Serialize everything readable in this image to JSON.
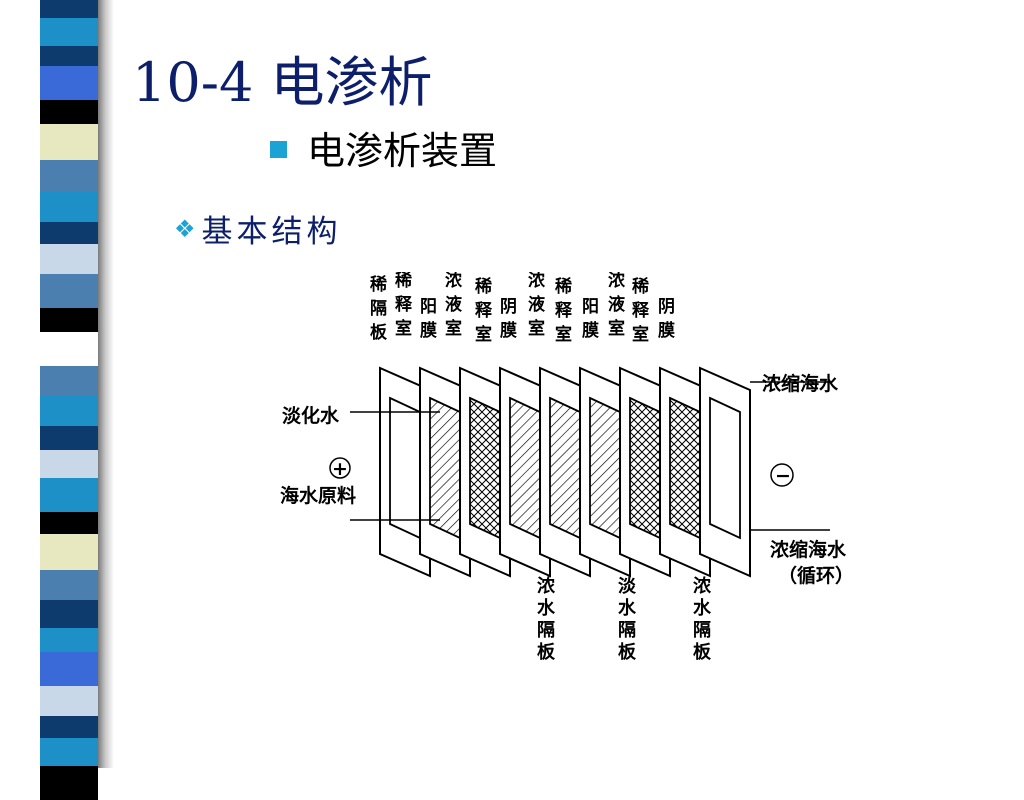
{
  "slide": {
    "title": "10-4 电渗析",
    "bullet_text": "电渗析装置",
    "sub_bullet_text": "基本结构"
  },
  "theme": {
    "title_color": "#0d1f6b",
    "bullet_color": "#1aa3d4",
    "stripe_colors": [
      "#0d3b6e",
      "#1e90c8",
      "#c9d8e8",
      "#ffffff",
      "#000000",
      "#e8e8c0",
      "#4a7fb0",
      "#3a6ad8"
    ]
  },
  "diagram": {
    "top_labels": [
      {
        "lines": [
          "隔",
          "板"
        ],
        "top": "稀"
      },
      {
        "lines": [
          "稀",
          "释",
          "室"
        ]
      },
      {
        "lines": [
          "阳",
          "膜"
        ]
      },
      {
        "lines": [
          "浓",
          "液",
          "室"
        ]
      },
      {
        "lines": [
          "稀",
          "释",
          "室"
        ]
      },
      {
        "lines": [
          "阴",
          "膜"
        ]
      },
      {
        "lines": [
          "浓",
          "液",
          "室"
        ]
      },
      {
        "lines": [
          "稀",
          "释",
          "室"
        ]
      },
      {
        "lines": [
          "阳",
          "膜"
        ]
      },
      {
        "lines": [
          "浓",
          "液",
          "室"
        ]
      },
      {
        "lines": [
          "稀",
          "释",
          "室"
        ]
      },
      {
        "lines": [
          "阴",
          "膜"
        ]
      }
    ],
    "left_labels": {
      "desalted_water": "淡化水",
      "plus_sign": "+",
      "seawater_feed": "海水原料"
    },
    "right_labels": {
      "concentrated_top": "浓缩海水",
      "minus_sign": "−",
      "concentrated_bottom": "浓缩海水",
      "circulation": "（循环）"
    },
    "bottom_labels": [
      {
        "lines": [
          "浓",
          "水",
          "隔",
          "板"
        ]
      },
      {
        "lines": [
          "淡",
          "水",
          "隔",
          "板"
        ]
      },
      {
        "lines": [
          "浓",
          "水",
          "隔",
          "板"
        ]
      }
    ]
  }
}
